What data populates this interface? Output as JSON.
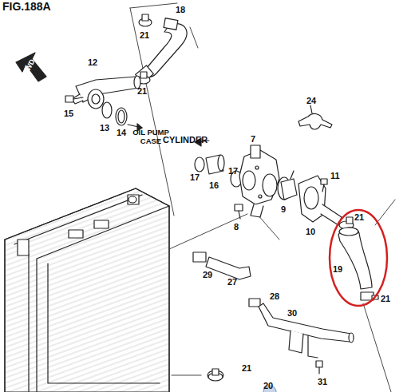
{
  "diagram": {
    "title": "FIG.188A",
    "labels": [
      "FWD",
      "21",
      "18",
      "12",
      "21",
      "15",
      "13",
      "14",
      "OIL PUMP CASE",
      "CYLINDER",
      "24",
      "7",
      "17",
      "16",
      "17",
      "11",
      "8",
      "9",
      "10",
      "21",
      "19",
      "21",
      "29",
      "27",
      "28",
      "30",
      "21",
      "31",
      "20"
    ]
  }
}
